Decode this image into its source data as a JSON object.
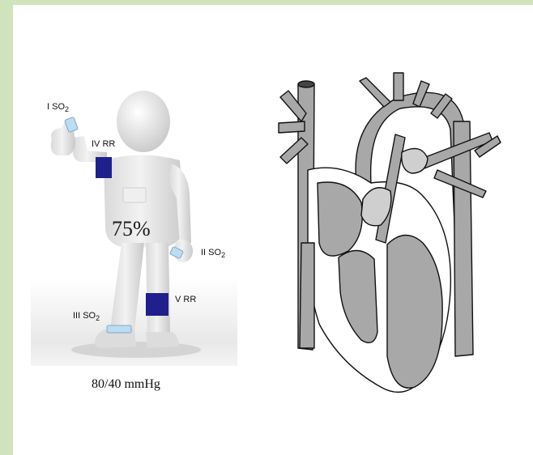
{
  "labels": {
    "sensor_1": "I SO",
    "sensor_1_sub": "2",
    "cuff_4": "IV RR",
    "sensor_2": "II SO",
    "sensor_2_sub": "2",
    "sensor_3": "III SO",
    "sensor_3_sub": "2",
    "cuff_5": "V RR"
  },
  "saturation": "75%",
  "blood_pressure": "80/40 mmHg",
  "colors": {
    "frame": "#cfe3bd",
    "cuff": "#1f1f8e",
    "sensor": "#bcdcf2",
    "heart_fill": "#a8a8a8",
    "figure": "#e6e6e6"
  }
}
